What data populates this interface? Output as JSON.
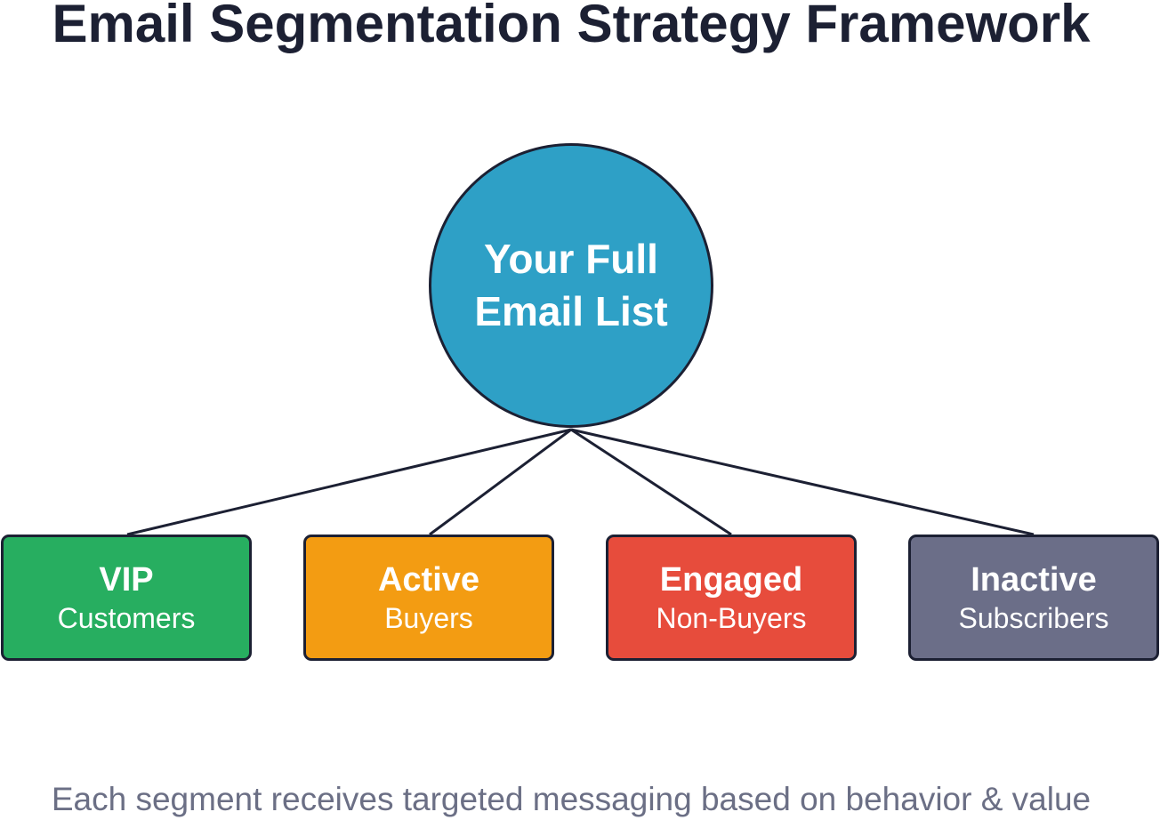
{
  "title": "Email Segmentation Strategy Framework",
  "root": {
    "line1": "Your Full",
    "line2": "Email List",
    "color": "#2ea0c6"
  },
  "segments": [
    {
      "title": "VIP",
      "subtitle": "Customers",
      "color": "#27ae60"
    },
    {
      "title": "Active",
      "subtitle": "Buyers",
      "color": "#f39c12"
    },
    {
      "title": "Engaged",
      "subtitle": "Non-Buyers",
      "color": "#e74c3c"
    },
    {
      "title": "Inactive",
      "subtitle": "Subscribers",
      "color": "#6b6e88"
    }
  ],
  "footer": "Each segment receives targeted messaging based on behavior & value",
  "colors": {
    "outline": "#1c2033",
    "title_text": "#1c2033",
    "footer_text": "#6b6f85"
  }
}
